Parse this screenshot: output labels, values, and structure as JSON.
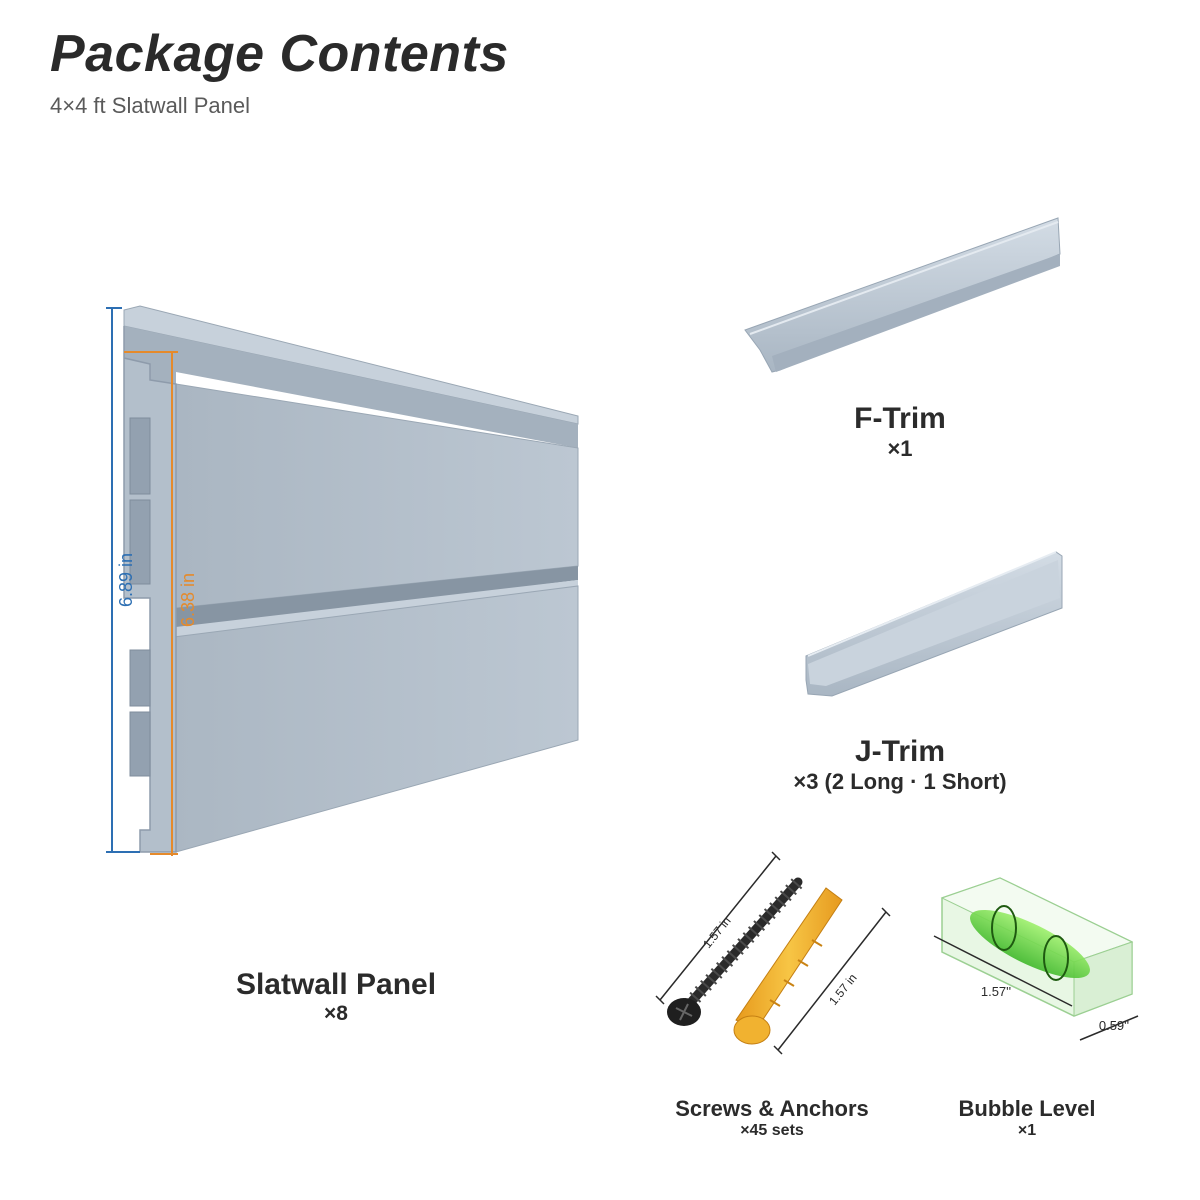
{
  "header": {
    "title": "Package Contents",
    "subtitle": "4×4 ft Slatwall Panel"
  },
  "colors": {
    "panel": "#b9c4cf",
    "panel_shade": "#9aa7b4",
    "trim": "#c3ced9",
    "dim_blue": "#2d6fb3",
    "dim_orange": "#e58a2b",
    "anchor": "#f2b431",
    "screw": "#2a2a2a",
    "level_liquid": "#6fe04a"
  },
  "items": {
    "slatwall": {
      "name": "Slatwall Panel",
      "qty": "×8",
      "dim_outer": "6.89 in",
      "dim_inner": "6.38 in"
    },
    "ftrim": {
      "name": "F-Trim",
      "qty": "×1"
    },
    "jtrim": {
      "name": "J-Trim",
      "qty": "×3 (2 Long · 1 Short)"
    },
    "screws": {
      "name": "Screws & Anchors",
      "qty": "×45 sets",
      "dim_screw": "1.57 in",
      "dim_anchor": "1.57 in"
    },
    "level": {
      "name": "Bubble Level",
      "qty": "×1",
      "dim_length": "1.57''",
      "dim_width": "0.59''"
    }
  }
}
